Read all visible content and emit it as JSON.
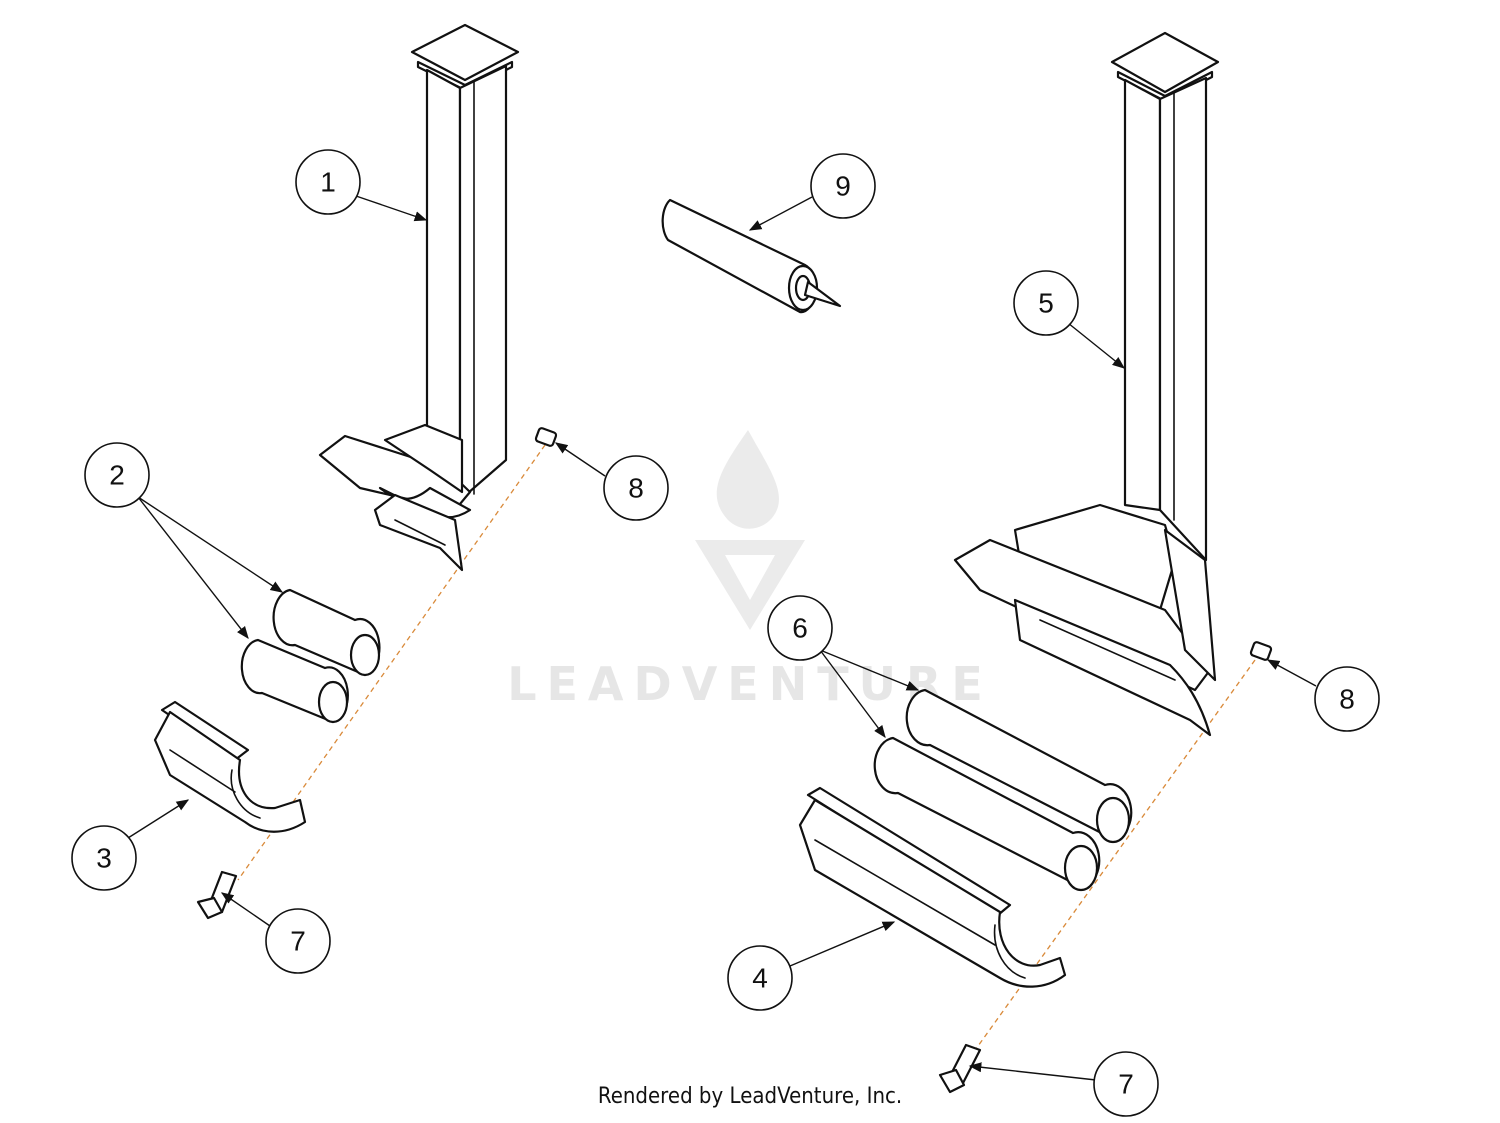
{
  "diagram": {
    "callouts": [
      {
        "id": "c1",
        "label": "1"
      },
      {
        "id": "c2",
        "label": "2"
      },
      {
        "id": "c3",
        "label": "3"
      },
      {
        "id": "c4",
        "label": "4"
      },
      {
        "id": "c5",
        "label": "5"
      },
      {
        "id": "c6",
        "label": "6"
      },
      {
        "id": "c7a",
        "label": "7"
      },
      {
        "id": "c7b",
        "label": "7"
      },
      {
        "id": "c8a",
        "label": "8"
      },
      {
        "id": "c8b",
        "label": "8"
      },
      {
        "id": "c9",
        "label": "9"
      }
    ],
    "watermark": "LEADVENTURE",
    "footer": "Rendered by LeadVenture, Inc."
  },
  "colors": {
    "line": "#111111",
    "axis": "#d98a3a",
    "watermark": "#e6e6e6",
    "background": "#ffffff"
  }
}
